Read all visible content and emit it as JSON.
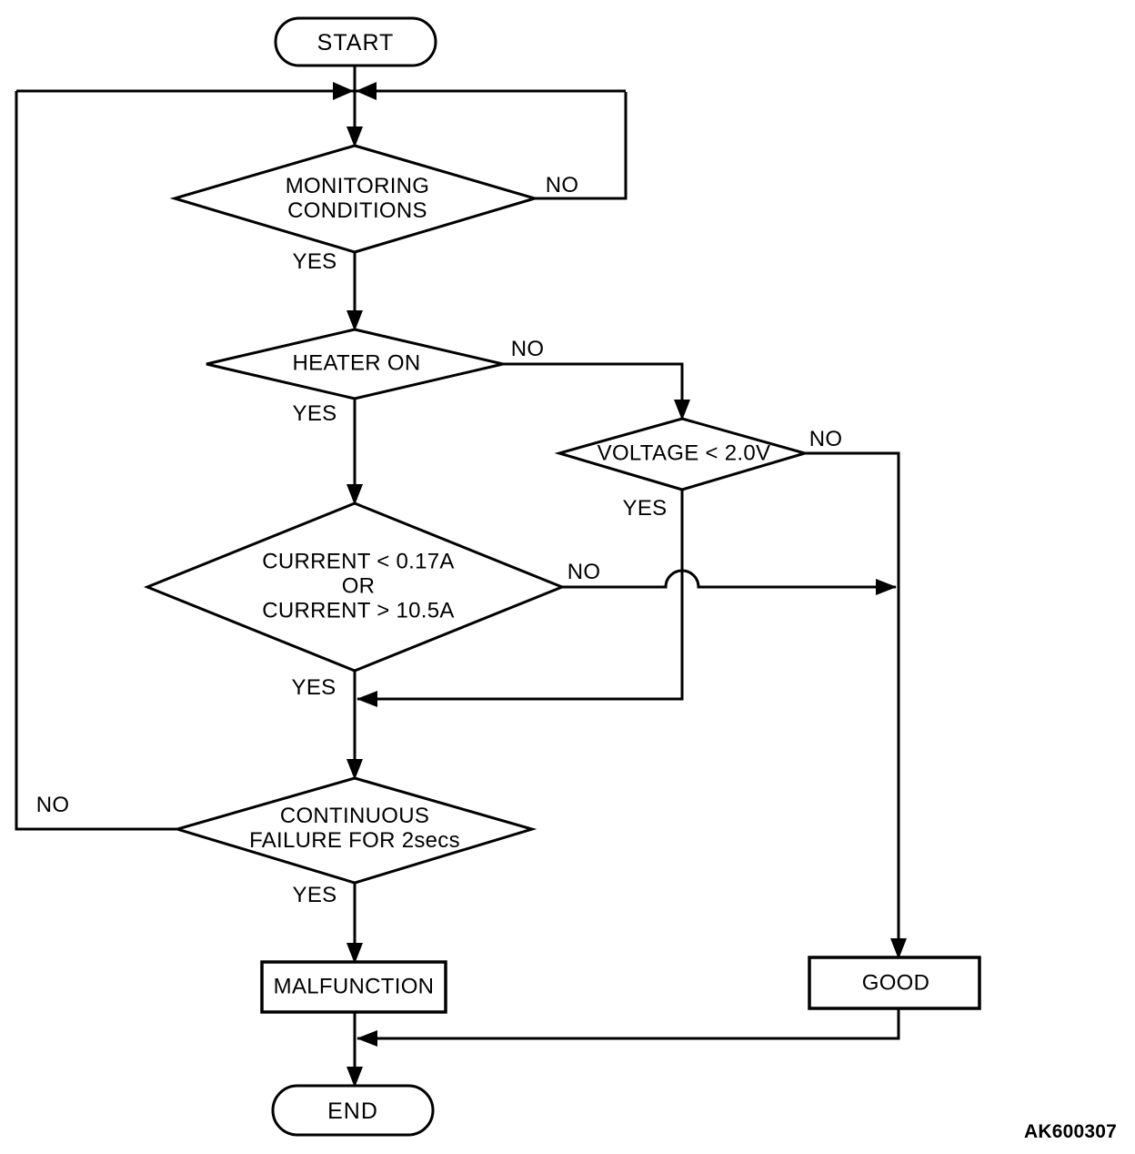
{
  "diagram": {
    "watermark": "AK600307",
    "nodes": {
      "start": {
        "label": "START"
      },
      "monitoring": {
        "label": "MONITORING\nCONDITIONS"
      },
      "heater": {
        "label": "HEATER ON"
      },
      "voltage": {
        "label": "VOLTAGE < 2.0V"
      },
      "current": {
        "label": "CURRENT < 0.17A\nOR\nCURRENT > 10.5A"
      },
      "continuous": {
        "label": "CONTINUOUS\nFAILURE FOR 2secs"
      },
      "malfunction": {
        "label": "MALFUNCTION"
      },
      "good": {
        "label": "GOOD"
      },
      "end": {
        "label": "END"
      }
    },
    "edge_labels": {
      "monitoring_no": "NO",
      "monitoring_yes": "YES",
      "heater_no": "NO",
      "heater_yes": "YES",
      "voltage_no": "NO",
      "voltage_yes": "YES",
      "current_no": "NO",
      "current_yes": "YES",
      "continuous_no": "NO",
      "continuous_yes": "YES"
    }
  }
}
